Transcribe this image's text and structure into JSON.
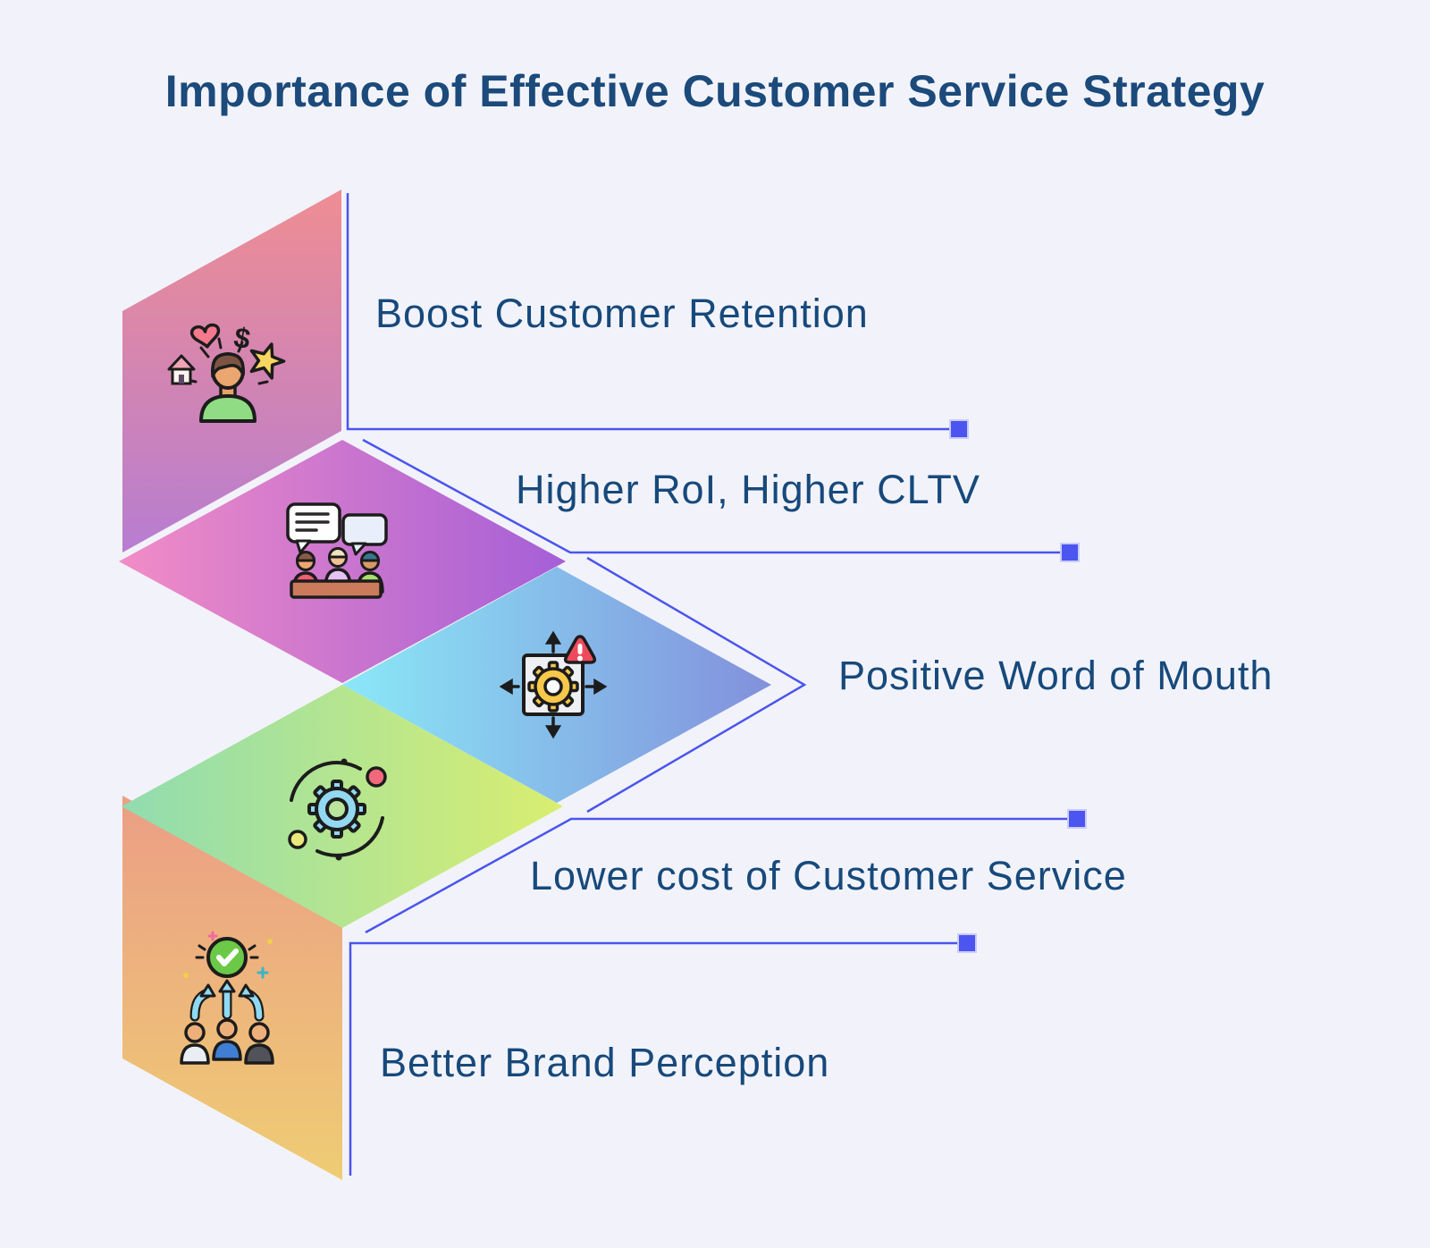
{
  "title": "Importance of Effective Customer Service Strategy",
  "items": [
    {
      "label": "Boost Customer Retention",
      "icon": "customer-satisfaction-icon"
    },
    {
      "label": "Higher RoI, Higher CLTV",
      "icon": "meeting-discussion-icon"
    },
    {
      "label": "Positive Word of Mouth",
      "icon": "process-alert-icon"
    },
    {
      "label": "Lower cost of Customer Service",
      "icon": "gear-orbit-icon"
    },
    {
      "label": "Better Brand Perception",
      "icon": "team-growth-icon"
    }
  ],
  "icons": {
    "dollar_glyph": "$"
  },
  "colors": {
    "background": "#f2f3fa",
    "title_text": "#1b4a7b",
    "label_text": "#17497b",
    "connector_line": "#4a55ee",
    "marker_square": "#4c55ef",
    "shape_gradients": {
      "boost_customer_retention": [
        "#ef8d92",
        "#b77dd1"
      ],
      "higher_roi_higher_cltv": [
        "#f18cc6",
        "#a55fd7"
      ],
      "positive_word_of_mouth": [
        "#8ae8f7",
        "#8290dc"
      ],
      "lower_cost_of_customer_service": [
        "#90dcb0",
        "#d9ee70"
      ],
      "better_brand_perception": [
        "#eb9e85",
        "#efcc74"
      ]
    }
  }
}
